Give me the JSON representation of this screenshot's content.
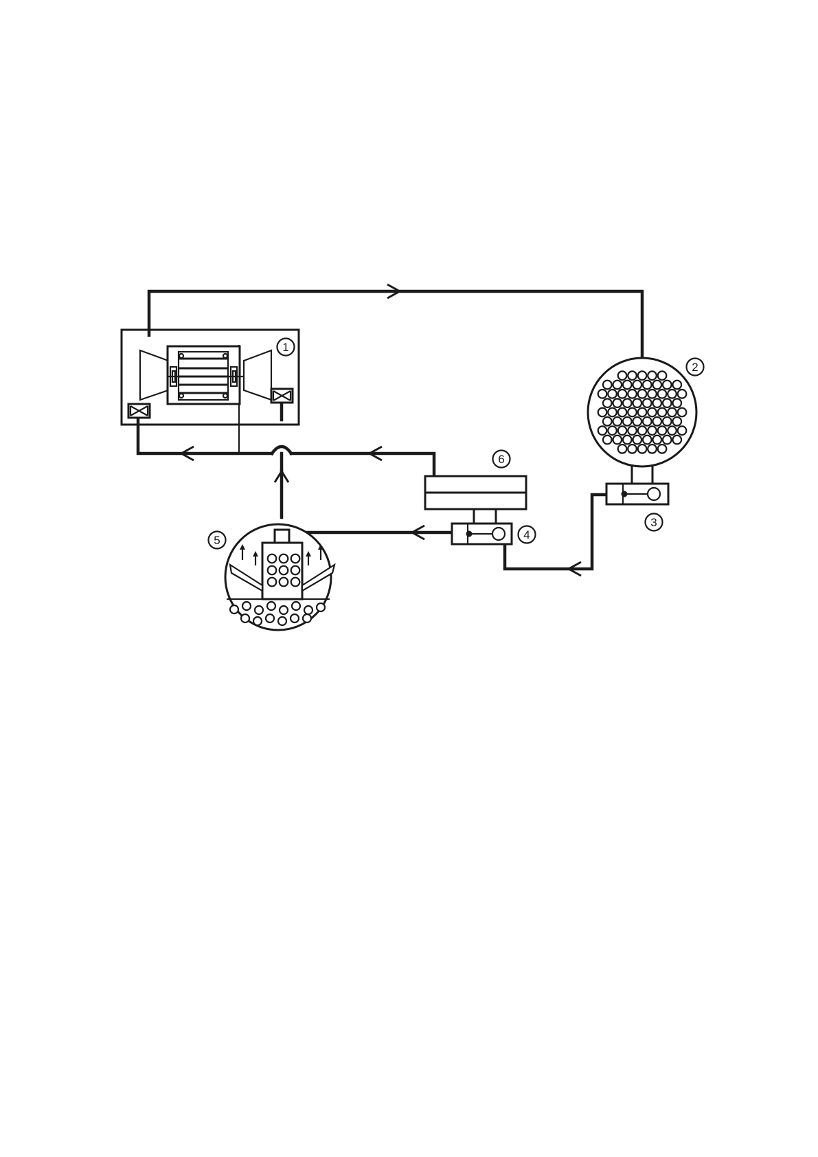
{
  "diagram": {
    "labels": {
      "c1": "1",
      "c2": "2",
      "c3": "3",
      "c4": "4",
      "c5": "5",
      "c6": "6"
    },
    "colors": {
      "line": "#1a1a1a",
      "background": "#ffffff"
    }
  }
}
